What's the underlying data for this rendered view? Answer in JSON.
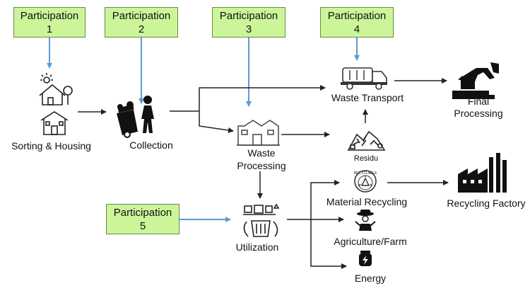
{
  "participations": [
    {
      "title": "Participation",
      "number": "1"
    },
    {
      "title": "Participation",
      "number": "2"
    },
    {
      "title": "Participation",
      "number": "3"
    },
    {
      "title": "Participation",
      "number": "4"
    },
    {
      "title": "Participation",
      "number": "5"
    }
  ],
  "nodes": {
    "sorting_housing": "Sorting & Housing",
    "collection": "Collection",
    "waste_processing_line1": "Waste",
    "waste_processing_line2": "Processing",
    "waste_transport": "Waste Transport",
    "final_processing_line1": "Final",
    "final_processing_line2": "Processing",
    "residu": "Residu",
    "material_recycling": "Material Recycling",
    "recycling_factory": "Recycling Factory",
    "utilization": "Utilization",
    "agriculture_farm": "Agriculture/Farm",
    "energy": "Energy",
    "recyclable_badge": "RECYCLABLE"
  },
  "colors": {
    "participation_fill": "#ccf59a",
    "participation_border": "#6a8a4a",
    "participation_arrow": "#5b9bd5",
    "flow_arrow": "#222222"
  },
  "icons": [
    "houses-icon",
    "trash-person-icon",
    "factory-building-icon",
    "garbage-truck-icon",
    "excavator-icon",
    "residue-pile-icon",
    "recycle-badge-icon",
    "industrial-factory-icon",
    "utilization-bin-icon",
    "farmer-icon",
    "energy-jar-icon"
  ]
}
